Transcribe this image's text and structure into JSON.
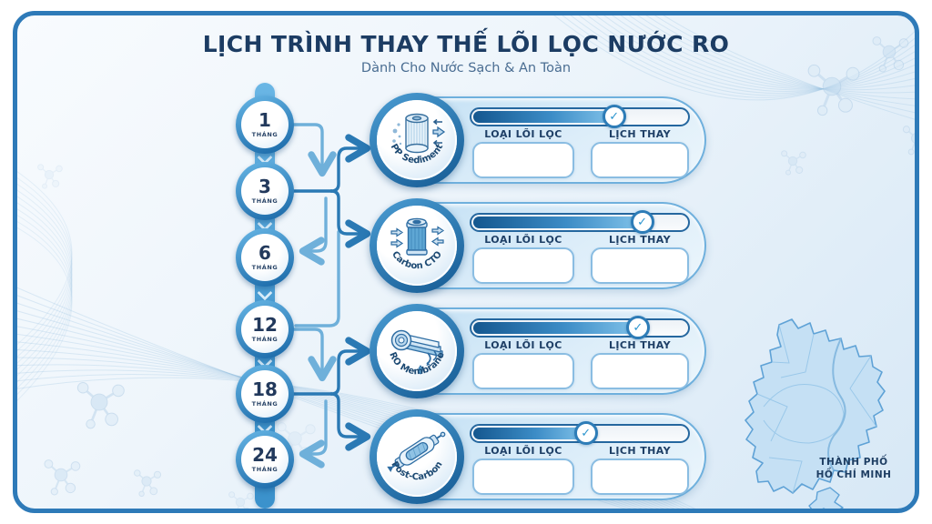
{
  "header": {
    "title": "LỊCH TRÌNH THAY THẾ LÕI LỌC NƯỚC RO",
    "subtitle": "Dành Cho Nước Sạch & An Toàn"
  },
  "timeline": {
    "milestones": [
      {
        "number": "1",
        "unit": "THÁNG"
      },
      {
        "number": "3",
        "unit": "THÁNG"
      },
      {
        "number": "6",
        "unit": "THÁNG"
      },
      {
        "number": "12",
        "unit": "THÁNG"
      },
      {
        "number": "18",
        "unit": "THÁNG"
      },
      {
        "number": "24",
        "unit": "THÁNG"
      }
    ]
  },
  "card_headers": {
    "filter_type": "LOẠI LÕI LỌC",
    "schedule": "LỊCH THAY"
  },
  "check_icon": "✓",
  "cards": [
    {
      "name": "PP Sediment",
      "icon": "pp-sediment-cartridge-icon",
      "progress_percent": 65,
      "filter_type_value": "",
      "schedule_value": ""
    },
    {
      "name": "Carbon CTO",
      "icon": "carbon-cto-cartridge-icon",
      "progress_percent": 78,
      "filter_type_value": "",
      "schedule_value": ""
    },
    {
      "name": "RO Membrane",
      "icon": "ro-membrane-roll-icon",
      "progress_percent": 76,
      "filter_type_value": "",
      "schedule_value": ""
    },
    {
      "name": "Post-Carbon",
      "icon": "post-carbon-capsule-icon",
      "progress_percent": 52,
      "filter_type_value": "",
      "schedule_value": ""
    }
  ],
  "map": {
    "label_line1": "THÀNH PHỐ",
    "label_line2": "HỒ CHÍ MINH"
  },
  "colors": {
    "frame_border": "#2e7ab8",
    "title_text": "#1c3c63",
    "timeline_blue": "#4599d0",
    "bar_fill_dark": "#14578f",
    "bar_fill_light": "#82c3ea",
    "card_background": "#d3e9f7",
    "map_fill": "#c5e0f4"
  }
}
